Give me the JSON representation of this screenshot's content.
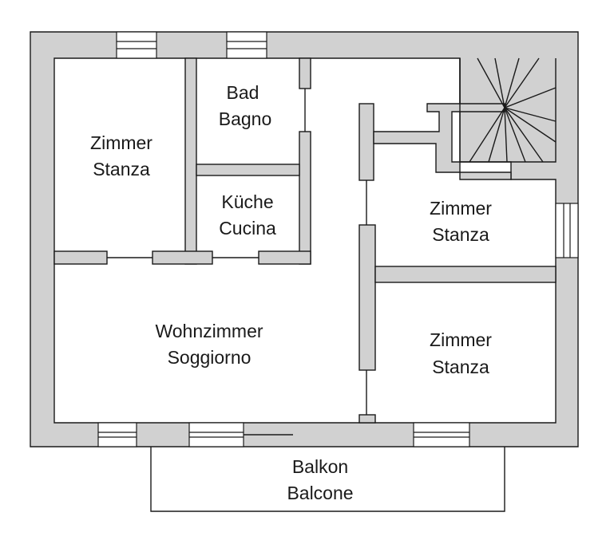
{
  "rooms": {
    "room_top_left": {
      "line1": "Zimmer",
      "line2": "Stanza"
    },
    "bath": {
      "line1": "Bad",
      "line2": "Bagno"
    },
    "kitchen": {
      "line1": "Küche",
      "line2": "Cucina"
    },
    "room_right_upper": {
      "line1": "Zimmer",
      "line2": "Stanza"
    },
    "living": {
      "line1": "Wohnzimmer",
      "line2": "Soggiorno"
    },
    "room_right_lower": {
      "line1": "Zimmer",
      "line2": "Stanza"
    },
    "balcony": {
      "line1": "Balkon",
      "line2": "Balcone"
    }
  },
  "colors": {
    "wall": "#d1d1d1",
    "stroke": "#1a1a1a",
    "background": "#ffffff"
  }
}
